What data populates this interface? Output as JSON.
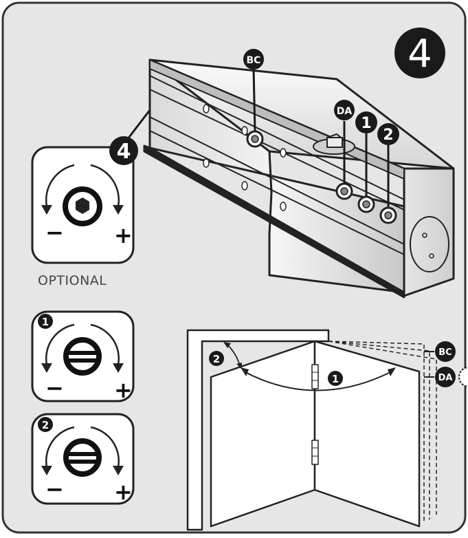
{
  "step_number": "4",
  "optional_label": "OPTIONAL",
  "valves": {
    "bc": "BC",
    "da": "DA",
    "one": "1",
    "two": "2"
  },
  "adjust_callout": "4",
  "minus_symbol": "−",
  "plus_symbol": "+",
  "door_arc_one": "1",
  "door_arc_two": "2",
  "icons": [
    "hex-adjust-screw-icon",
    "slot-screw-icon",
    "rotate-arrow-icon",
    "door-swing-icon"
  ],
  "colors": {
    "panel_bg": "#e6e6e6",
    "badge": "#1a1a1a",
    "body_light": "#f3f3f3",
    "body_mid": "#d8d8d8",
    "body_dark": "#b5b5b5"
  }
}
